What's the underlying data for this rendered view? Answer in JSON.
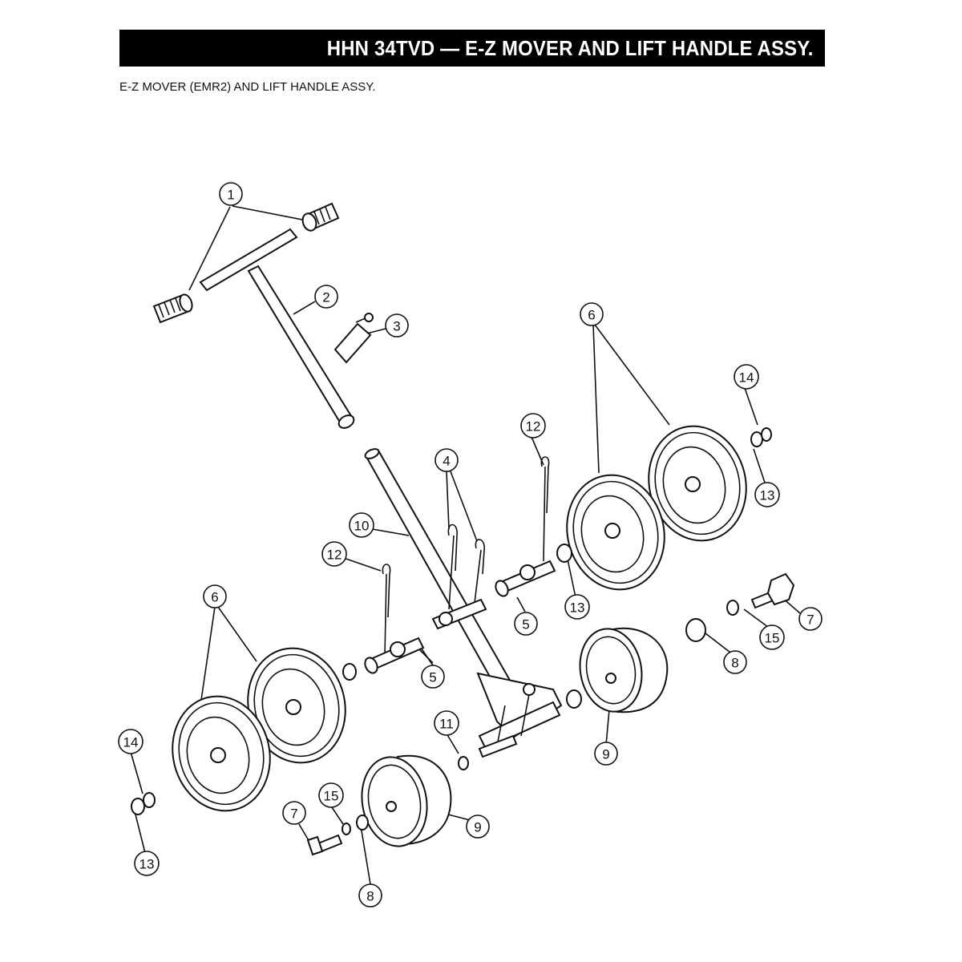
{
  "header": {
    "title": "HHN 34TVD — E-Z MOVER AND LIFT HANDLE ASSY.",
    "subtitle": "E-Z MOVER  (EMR2) AND LIFT HANDLE ASSY."
  },
  "callouts": {
    "c1": "1",
    "c2": "2",
    "c3": "3",
    "c4": "4",
    "c5a": "5",
    "c5b": "5",
    "c6a": "6",
    "c6b": "6",
    "c7a": "7",
    "c7b": "7",
    "c8a": "8",
    "c8b": "8",
    "c9a": "9",
    "c9b": "9",
    "c10": "10",
    "c11": "11",
    "c12a": "12",
    "c12b": "12",
    "c13a": "13",
    "c13b": "13",
    "c13c": "13",
    "c14a": "14",
    "c14b": "14",
    "c15a": "15",
    "c15b": "15"
  },
  "colors": {
    "ink": "#111111",
    "title_bar": "#000000",
    "title_text": "#ffffff"
  }
}
